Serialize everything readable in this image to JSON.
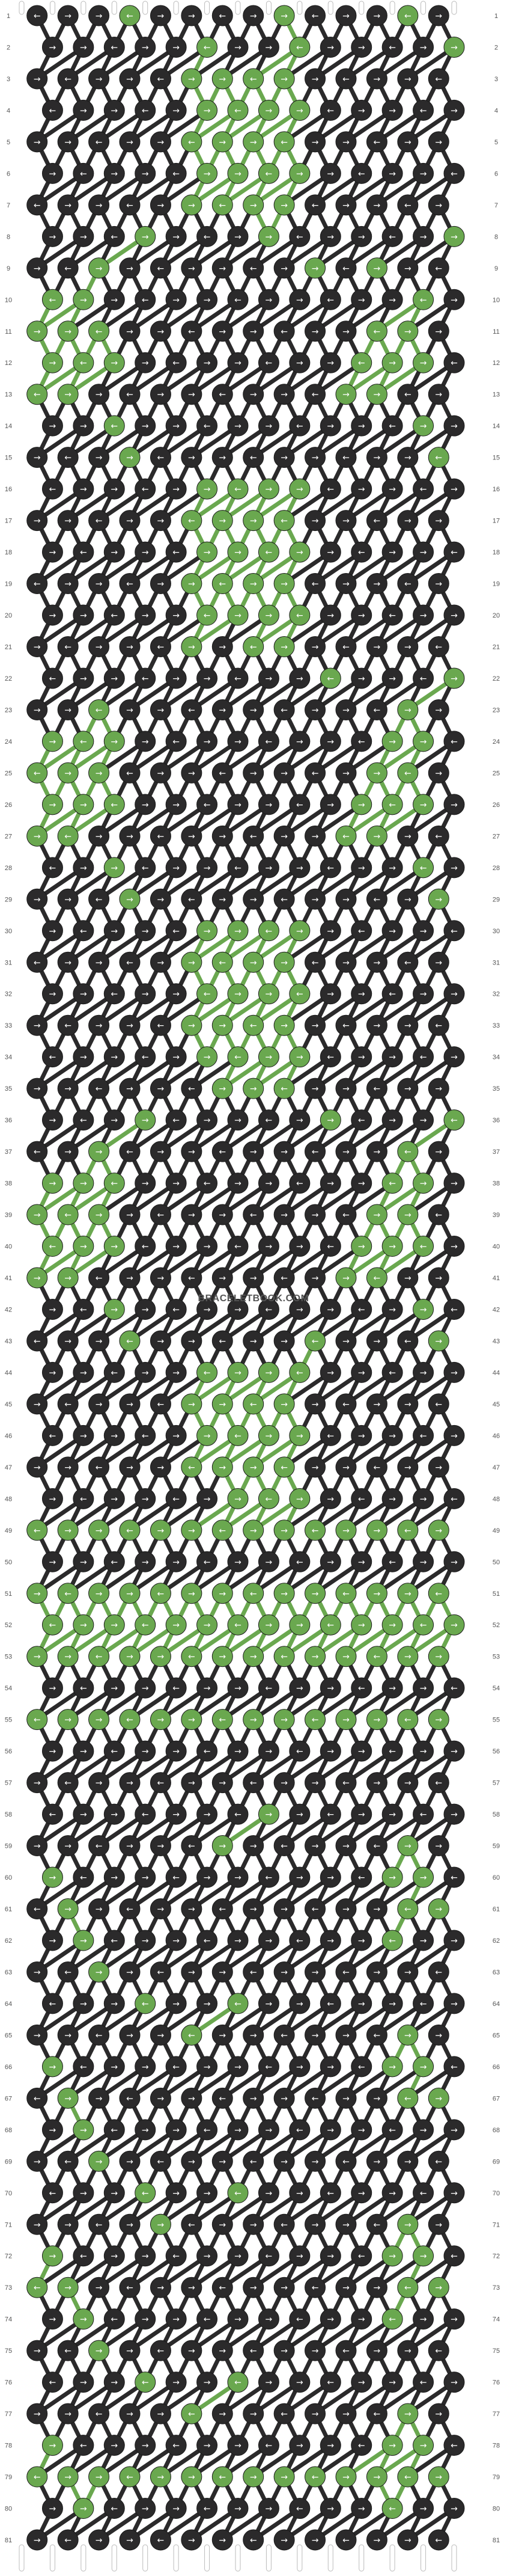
{
  "pattern": {
    "rows": 81,
    "columns": 14,
    "strings": 15,
    "row_numbers_left": [
      "1",
      "2",
      "3",
      "4",
      "5",
      "6",
      "7",
      "8",
      "9",
      "10",
      "11",
      "12",
      "13",
      "14",
      "15",
      "16",
      "17",
      "18",
      "19",
      "20",
      "21",
      "22",
      "23",
      "24",
      "25",
      "26",
      "27",
      "28",
      "29",
      "30",
      "31",
      "32",
      "33",
      "34",
      "35",
      "36",
      "37",
      "38",
      "39",
      "40",
      "41",
      "42",
      "43",
      "44",
      "45",
      "46",
      "47",
      "48",
      "49",
      "50",
      "51",
      "52",
      "53",
      "54",
      "55",
      "56",
      "57",
      "58",
      "59",
      "60",
      "61",
      "62",
      "63",
      "64",
      "65",
      "66",
      "67",
      "68",
      "69",
      "70",
      "71",
      "72",
      "73",
      "74",
      "75",
      "76",
      "77",
      "78",
      "79",
      "80",
      "81"
    ],
    "row_numbers_right": [
      "1",
      "2",
      "3",
      "4",
      "5",
      "6",
      "7",
      "8",
      "9",
      "10",
      "11",
      "12",
      "13",
      "14",
      "15",
      "16",
      "17",
      "18",
      "19",
      "20",
      "21",
      "22",
      "23",
      "24",
      "25",
      "26",
      "27",
      "28",
      "29",
      "30",
      "31",
      "32",
      "33",
      "34",
      "35",
      "36",
      "37",
      "38",
      "39",
      "40",
      "41",
      "42",
      "43",
      "44",
      "45",
      "46",
      "47",
      "48",
      "49",
      "50",
      "51",
      "52",
      "53",
      "54",
      "55",
      "56",
      "57",
      "58",
      "59",
      "60",
      "61",
      "62",
      "63",
      "64",
      "65",
      "66",
      "67",
      "68",
      "69",
      "70",
      "71",
      "72",
      "73",
      "74",
      "75",
      "76",
      "77",
      "78",
      "79",
      "80",
      "81"
    ],
    "watermark": "BRACELETBOOK.COM",
    "colors": {
      "dark": "#2b2a2b",
      "green": "#6aa84f",
      "string_top": "#e9e9e9",
      "text": "#555555"
    },
    "rows_data": [
      "DDDGDDDDGDDDGD",
      "DDDDDGDDGDDDDG",
      "DDDDDGGGGDDDDD",
      "DDDDDGGGGDDDDD",
      "DDDDDGGGGDDDDD",
      "DDDDDGGGGDDDDD",
      "DDDDDGGGGDDDDD",
      "DDDGDDDGDDDDDG",
      "DDGDDDDDDGDGDD",
      "GGDDDDDDDDDDGD",
      "GGGDDDDDDDDGGD",
      "GGGDDDDDDDGGGD",
      "GGDDDDDDDDGGDD",
      "DDGDDDDDDDDDGD",
      "DDDGDDDDDDDDDG",
      "DDDDDGGGGDDDDD",
      "DDDDDGGGGDDDDD",
      "DDDDDGGGGDDDDD",
      "DDDDDGGGGDDDDD",
      "DDDDDGGGGDDDDD",
      "DDDDDGDGGDDDDD",
      "DDDDDDDDDGDDDG",
      "DDGDDDDDDDDDGD",
      "GGGDDDDDDDDGGD",
      "GGGDDDDDDDDGGD",
      "GGGDDDDDDDGGGD",
      "GGDDDDDDDDGGDD",
      "DDGDDDDDDDDDGD",
      "DDDGDDDDDDDDDG",
      "DDDDDGGGGDDDDD",
      "DDDDDGGGGDDDDD",
      "DDDDDGGGGDDDDD",
      "DDDDDGGGGDDDDD",
      "DDDDDGGGGDDDDD",
      "DDDDDDGGGDDDDD",
      "DDDGDDDDDGDDDG",
      "DDGDDDDDDDDDGD",
      "GGGDDDDDDDDGGD",
      "GGGDDDDDDDDGGD",
      "GGGDDDDDDDGGGD",
      "GGDDDDDDDDGGDD",
      "DDGDDDDDDDDDGD",
      "DDDGDDDDDGDDDG",
      "DDDDDGGGGDDDDD",
      "DDDDDGGGGDDDDD",
      "DDDDDGGGGDDDDD",
      "DDDDDGGGGDDDDD",
      "DDDDDDGGGDDDDD",
      "GGGGGGGGGGGGGG",
      "DDDDDDDDDDDDDD",
      "GGGGGGGGGGGGGG",
      "GGGGGGGGGGGGGG",
      "GGGGGGGGGGGGGG",
      "DDDDDDDDDDDDDD",
      "GGGGGGGGGGGGGG",
      "DDDDDDDDDDDDDD",
      "DDDDDDDDDDDDDD",
      "DDDDDDDGDDDDDD",
      "DDDDDDGDDDDDGD",
      "GDDDDDDDDDDGGD",
      "DGDDDDDDDDDDGG",
      "DGDDDDDDDDDGDD",
      "DDGDDDDDDDDDDD",
      "DDDGDDGDDDDDDD",
      "DDDDDGDDDDDDGD",
      "GDDDDDDDDDDGGD",
      "DGDDDDDDDDDDGG",
      "DGDDDDDDDDDDDD",
      "DDGDDDDDDDDDDD",
      "DDDGDDGDDDDDDD",
      "DDDDGDDDDDDDGD",
      "GDDDDDDDDDDGGD",
      "GGDDDDDDDDDDGG",
      "DGDDDDDDDDDGDD",
      "DDGDDDDDDDDDDD",
      "DDDGDDGDDDDDDD",
      "DDDDDGDDDDDDGD",
      "GDDDDDDDDDDGGD",
      "GGGGGGGGGGGGGG",
      "DGDDDDDDDDDGDD",
      "DDDDDDDDDDDDDD"
    ]
  }
}
